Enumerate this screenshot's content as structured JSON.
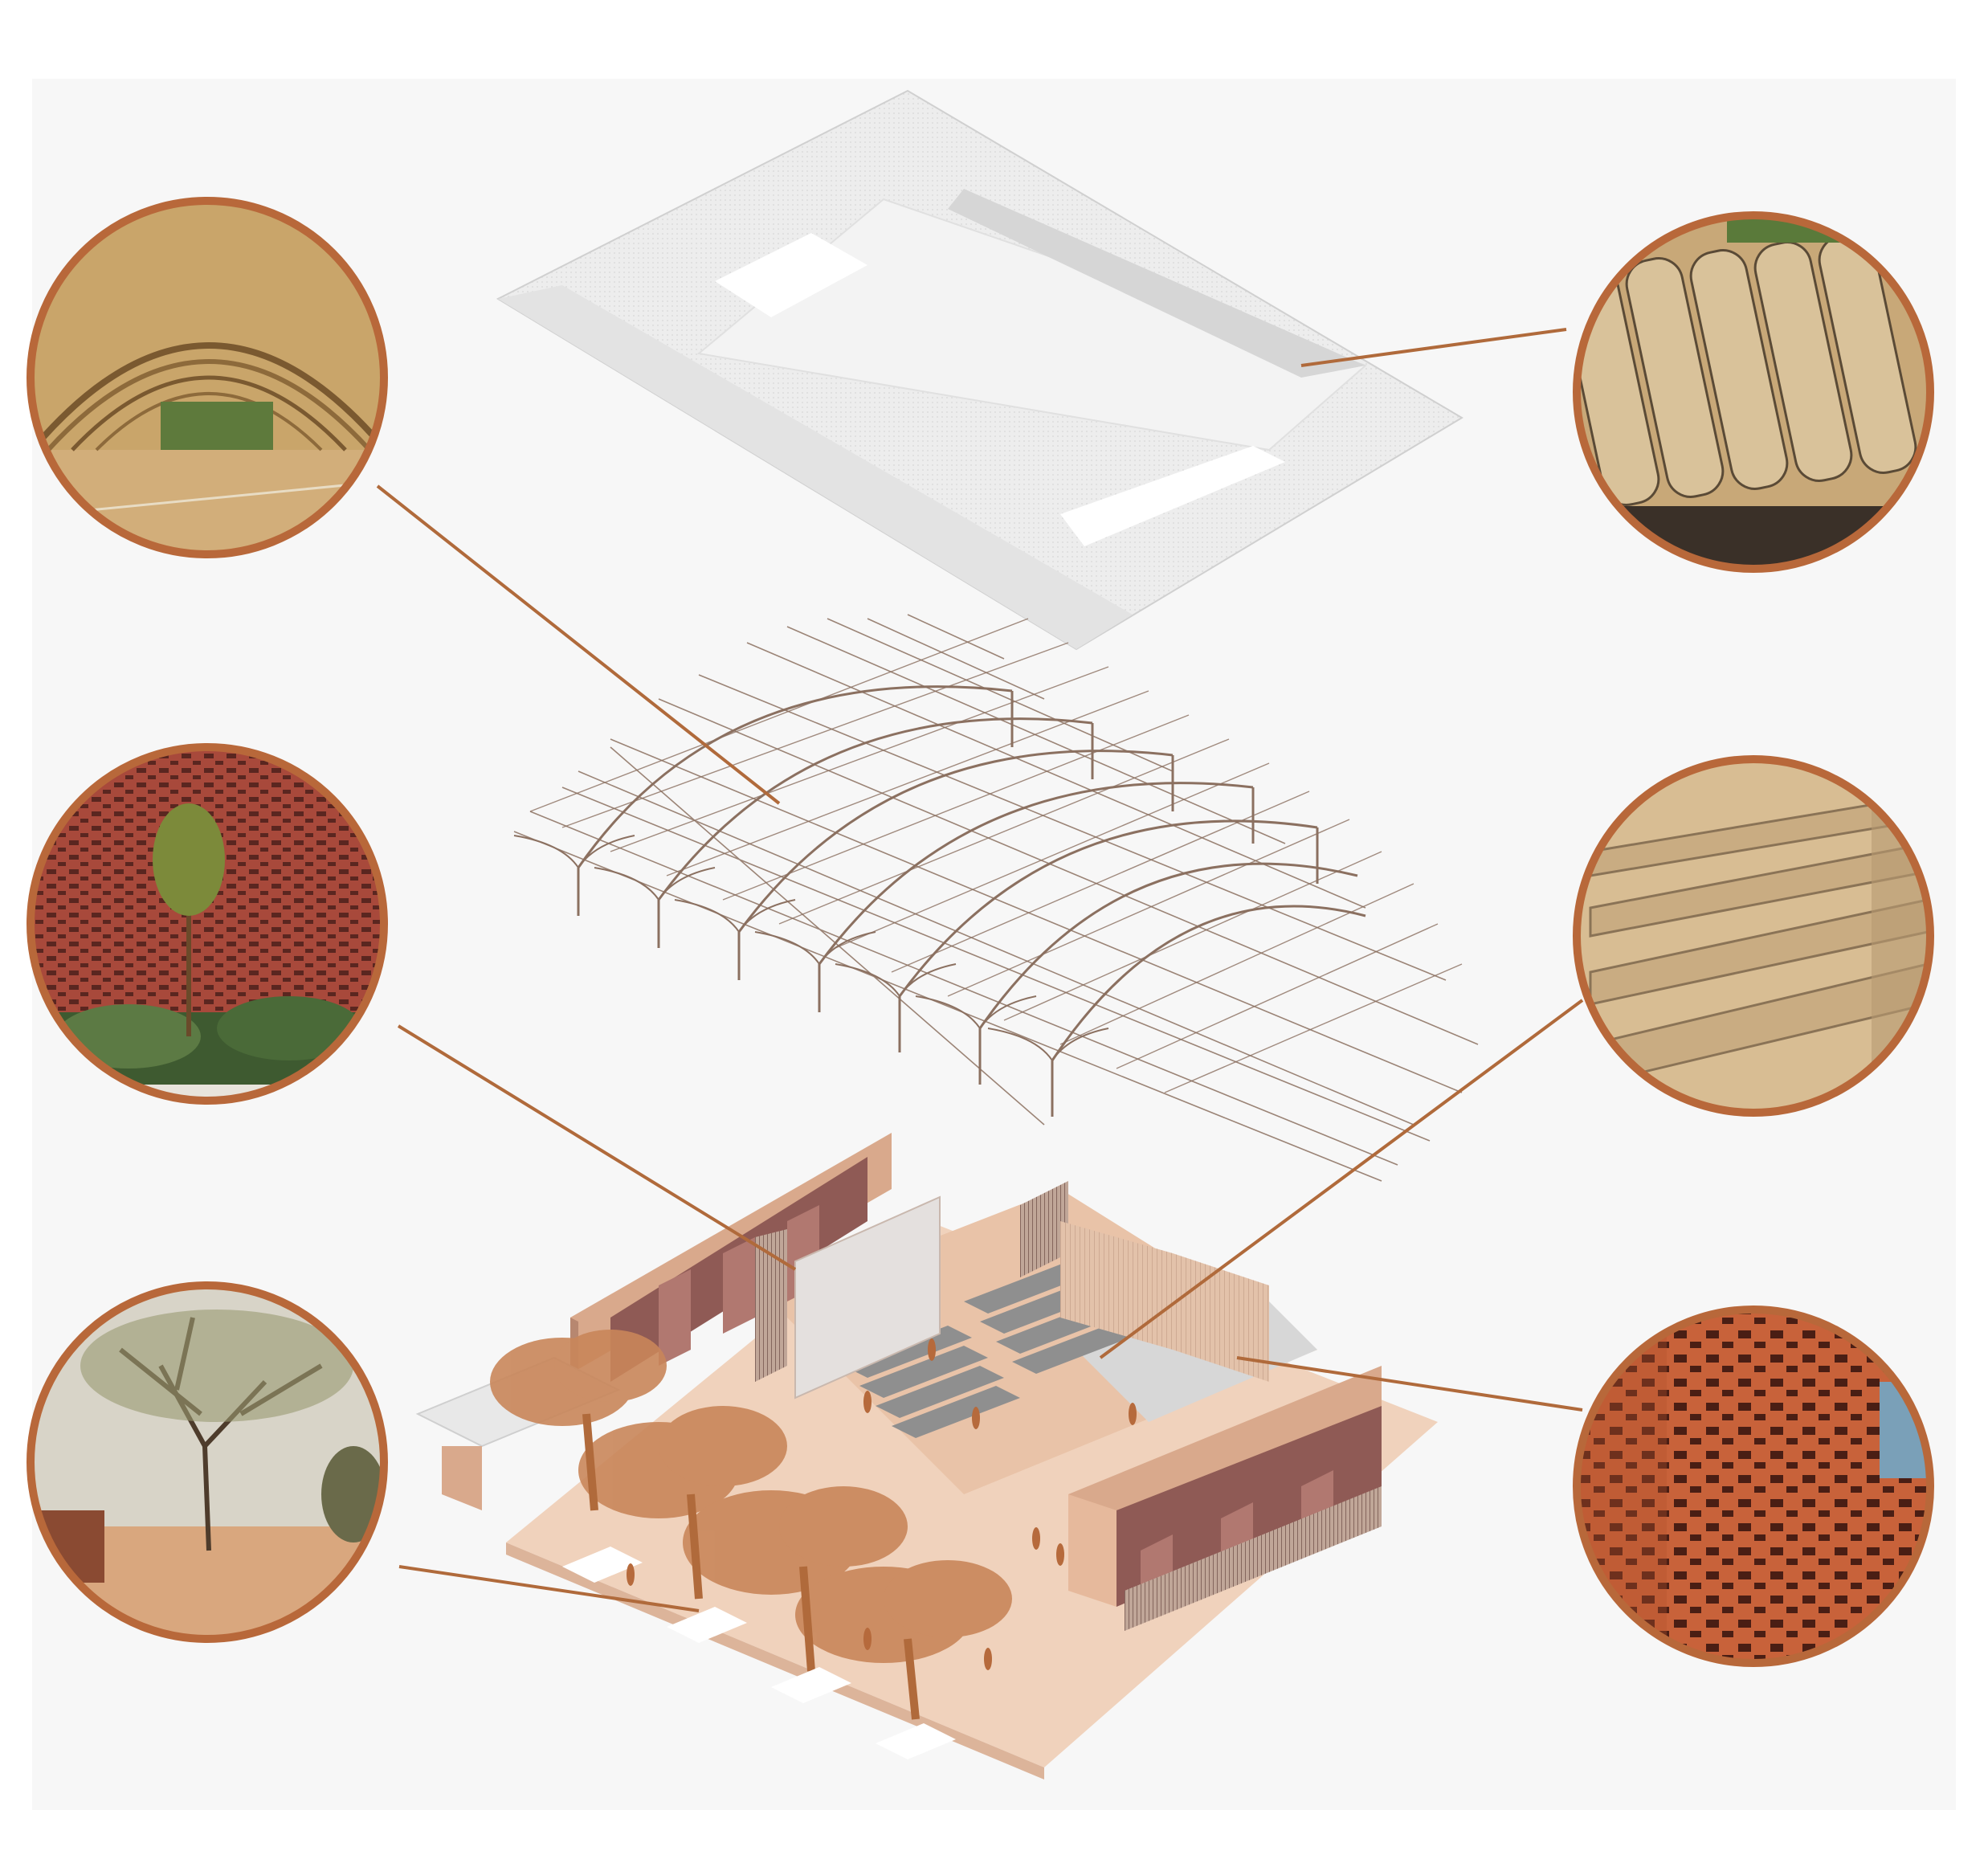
{
  "diagram": {
    "layers": [
      {
        "id": "roof",
        "name": "roof"
      },
      {
        "id": "bamboo-structure",
        "name": "bamboo-structure"
      },
      {
        "id": "building-base",
        "name": "building-base"
      }
    ],
    "photos": [
      {
        "id": "bamboo-vault-hall",
        "side": "left",
        "subject": "bamboo-vault-hall"
      },
      {
        "id": "brick-lattice-courtyard",
        "side": "left",
        "subject": "brick-lattice-courtyard"
      },
      {
        "id": "shade-trees",
        "side": "left",
        "subject": "shade-trees"
      },
      {
        "id": "bamboo-roof-tiles",
        "side": "right",
        "subject": "bamboo-roof-tiles"
      },
      {
        "id": "concrete-bench-tiers",
        "side": "right",
        "subject": "concrete-bench-tiers"
      },
      {
        "id": "laterite-brick-screen",
        "side": "right",
        "subject": "laterite-brick-screen"
      }
    ],
    "colors": {
      "background": "#f7f7f7",
      "leader": "#b06a3b",
      "ring": "#b8683a",
      "roof": "#eeeeee",
      "roof_shadow": "#dcdcdc",
      "structure": "#8b7060",
      "wall": "#d9a98c",
      "wall_dark": "#8f5a55",
      "floor": "#f0d2bc",
      "tree": "#c9865a",
      "figure": "#b66a3c"
    }
  }
}
